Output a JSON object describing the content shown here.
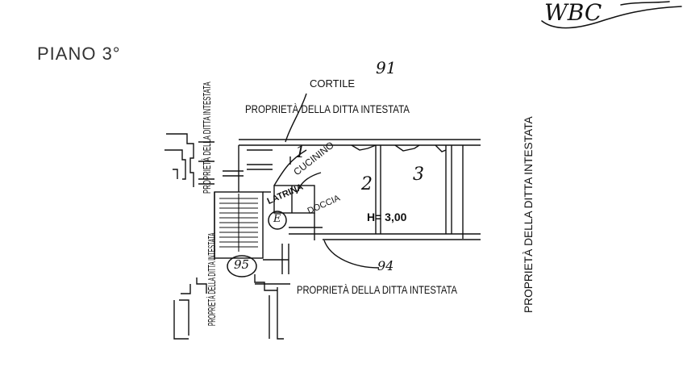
{
  "header": {
    "floor_label": "PIANO 3°",
    "signature_text": "WBC"
  },
  "labels": {
    "cortile": "CORTILE",
    "property_top": "PROPRIETÀ DELLA DITTA INTESTATA",
    "property_bottom": "PROPRIETÀ DELLA DITTA INTESTATA",
    "property_left_upper": "PROPRIETÀ DELLA DITTA INTESTATA",
    "property_left_lower": "PROPRIETÀ DELLA DITTA INTESTATA",
    "property_right": "PROPRIETÀ DELLA DITTA INTESTATA",
    "cucinino": "CUCININO",
    "latrina": "LATRINA",
    "doccia": "DOCCIA",
    "height": "H= 3,00"
  },
  "annotations": {
    "note_top": "91",
    "note_bottom": "94",
    "room_1": "1",
    "room_2": "2",
    "room_3": "3",
    "circle_e": "E",
    "circle_95": "95"
  }
}
